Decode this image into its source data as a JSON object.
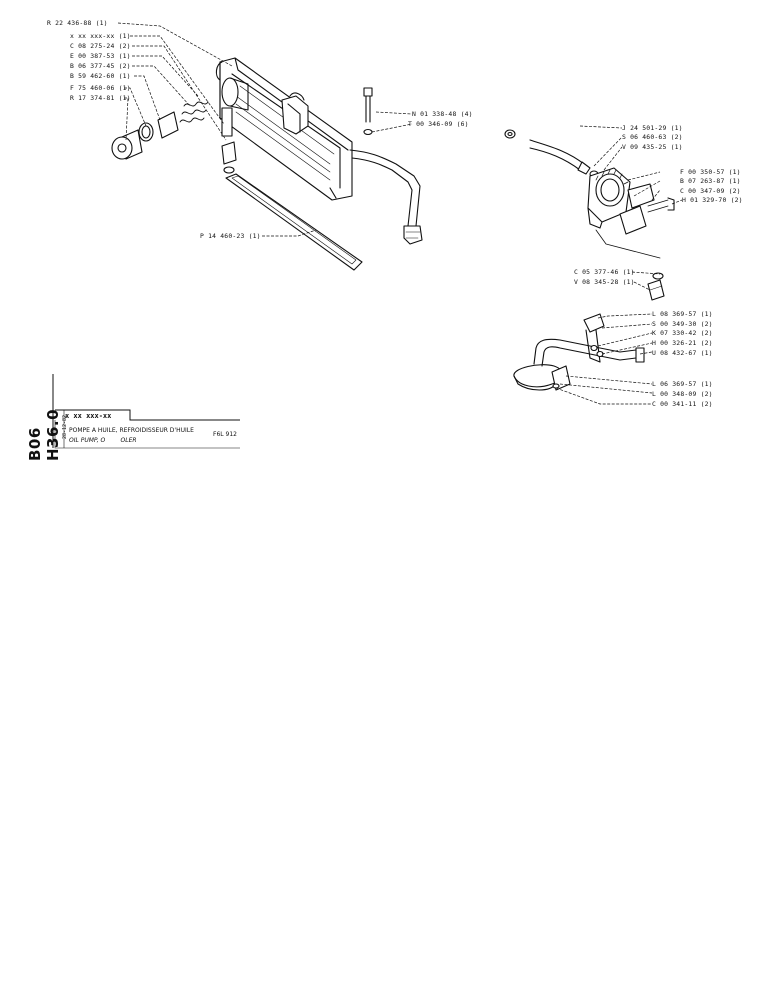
{
  "labels_left": [
    "R 22 436-88 (1)",
    "x xx xxx-xx (1)",
    "C 08 275-24 (2)",
    "E 00 387-53 (1)",
    "B 06 377-45 (2)",
    "B 59 462-60 (1)",
    "F 75 460-06 (1)",
    "R 17 374-81 (1)"
  ],
  "labels_mid": [
    "N 01 338-48 (4)",
    "T 00 346-09 (6)",
    "P 14 460-23 (1)"
  ],
  "labels_pump": [
    "J 24 501-29 (1)",
    "S 06 460-63 (2)",
    "V 09 435-25 (1)",
    "F 00 350-57 (1)",
    "B 07 263-87 (1)",
    "C 00 347-09 (2)",
    "H 01 329-70 (2)",
    "C 05 377-46 (1)",
    "V 08 345-28 (1)"
  ],
  "labels_pickup": [
    "L 08 369-57 (1)",
    "S 00 349-30 (2)",
    "K 07 330-42 (2)",
    "H 00 326-21 (2)",
    "U 08 432-67 (1)",
    "L 06 369-57 (1)",
    "L 00 348-09 (2)",
    "C 00 341-11 (2)"
  ],
  "title_block": {
    "page_code": "B06 H36.0",
    "date": "28-12-82",
    "part_code": "x xx xxx-xx",
    "title_fr": "POMPE A HUILE, REFROIDISSEUR D'HUILE",
    "title_en": "OIL PUMP, O        OLER",
    "model": "F6L 912"
  }
}
